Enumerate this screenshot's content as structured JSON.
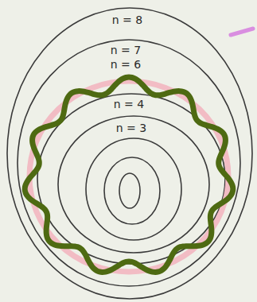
{
  "diagram": {
    "labels": [
      "n = 8",
      "n = 7",
      "n = 6",
      "n = 4",
      "n = 3"
    ]
  }
}
